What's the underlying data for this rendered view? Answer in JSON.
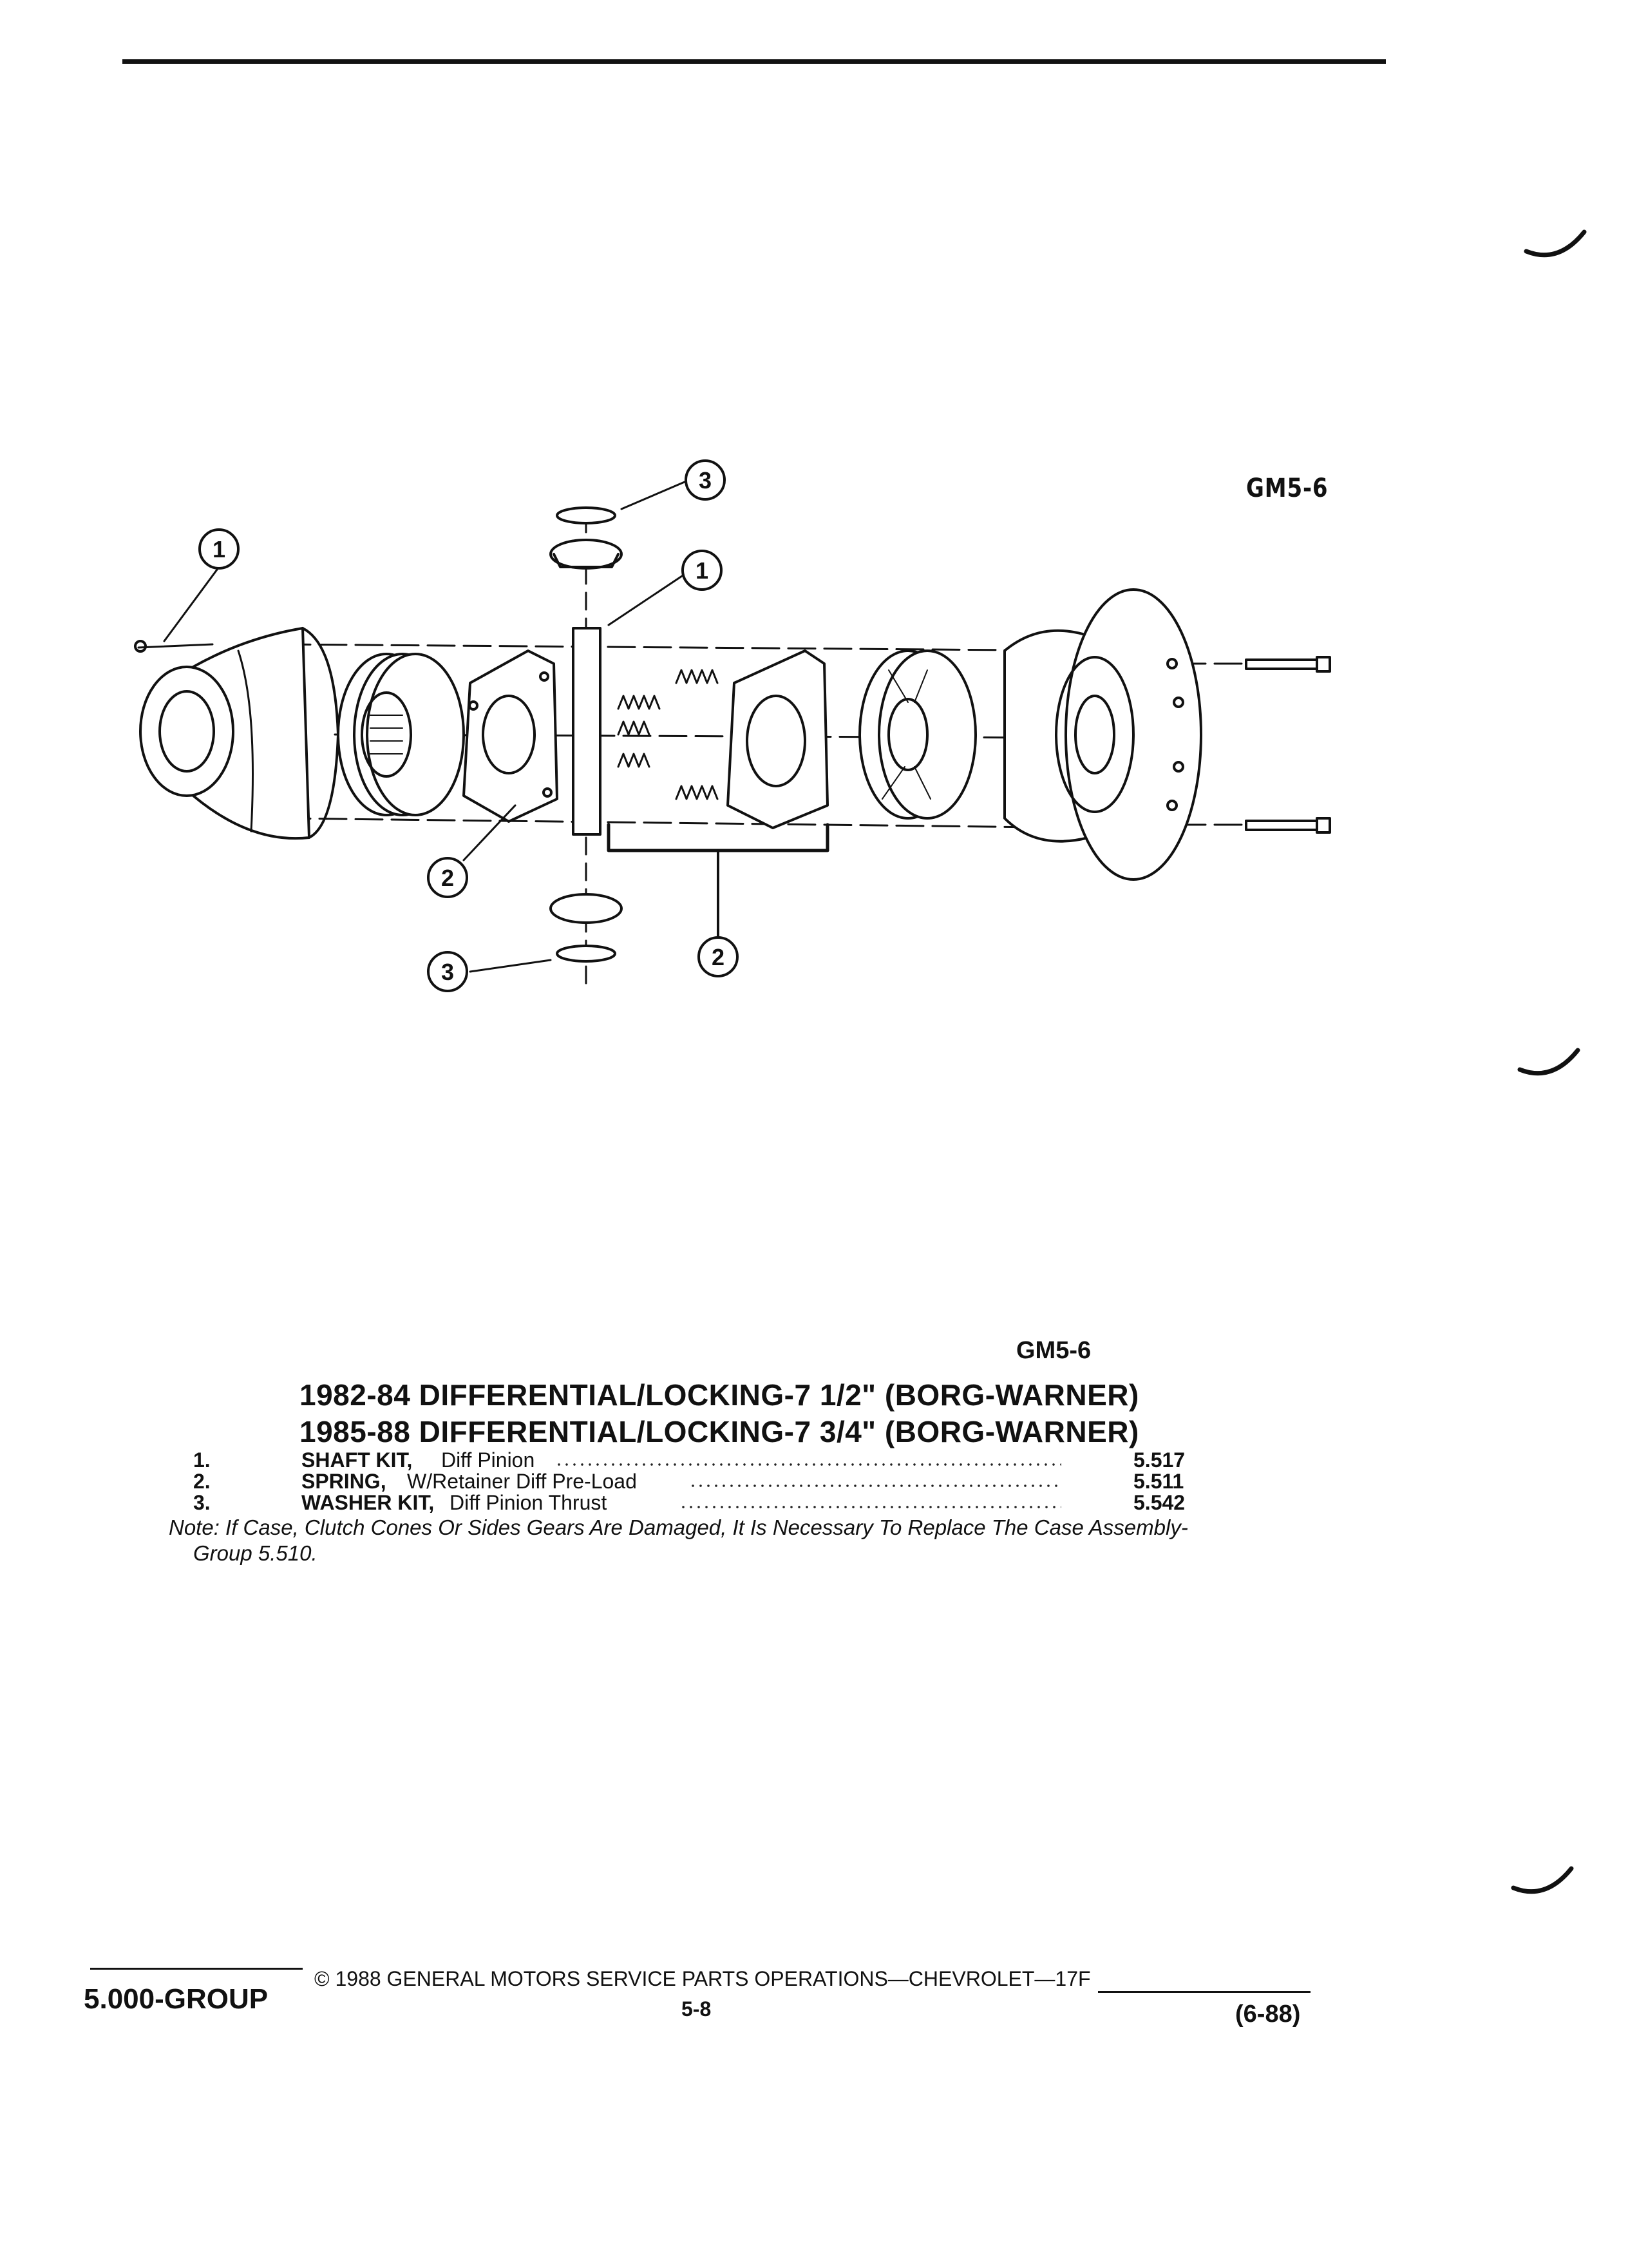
{
  "figure_code_top": "GM5-6",
  "figure_code_caption": "GM5-6",
  "callouts": [
    "1",
    "1",
    "2",
    "2",
    "3",
    "3"
  ],
  "title_line_1": "1982-84 DIFFERENTIAL/LOCKING-7 1/2\" (BORG-WARNER)",
  "title_line_2": "1985-88 DIFFERENTIAL/LOCKING-7 3/4\" (BORG-WARNER)",
  "items": [
    {
      "number": "1.",
      "name": "SHAFT KIT,",
      "description": "Diff Pinion",
      "group": "5.517"
    },
    {
      "number": "2.",
      "name": "SPRING,",
      "description": "W/Retainer Diff Pre-Load",
      "group": "5.511"
    },
    {
      "number": "3.",
      "name": "WASHER KIT,",
      "description": "Diff Pinion Thrust",
      "group": "5.542"
    }
  ],
  "note_line_1": "Note: If Case, Clutch Cones Or Sides Gears Are Damaged, It Is Necessary To Replace The Case Assembly-",
  "note_line_2": "Group 5.510.",
  "footer": {
    "group": "5.000-GROUP",
    "copyright": "© 1988 GENERAL MOTORS SERVICE PARTS OPERATIONS—CHEVROLET—17F",
    "page": "5-8",
    "date": "(6-88)"
  }
}
